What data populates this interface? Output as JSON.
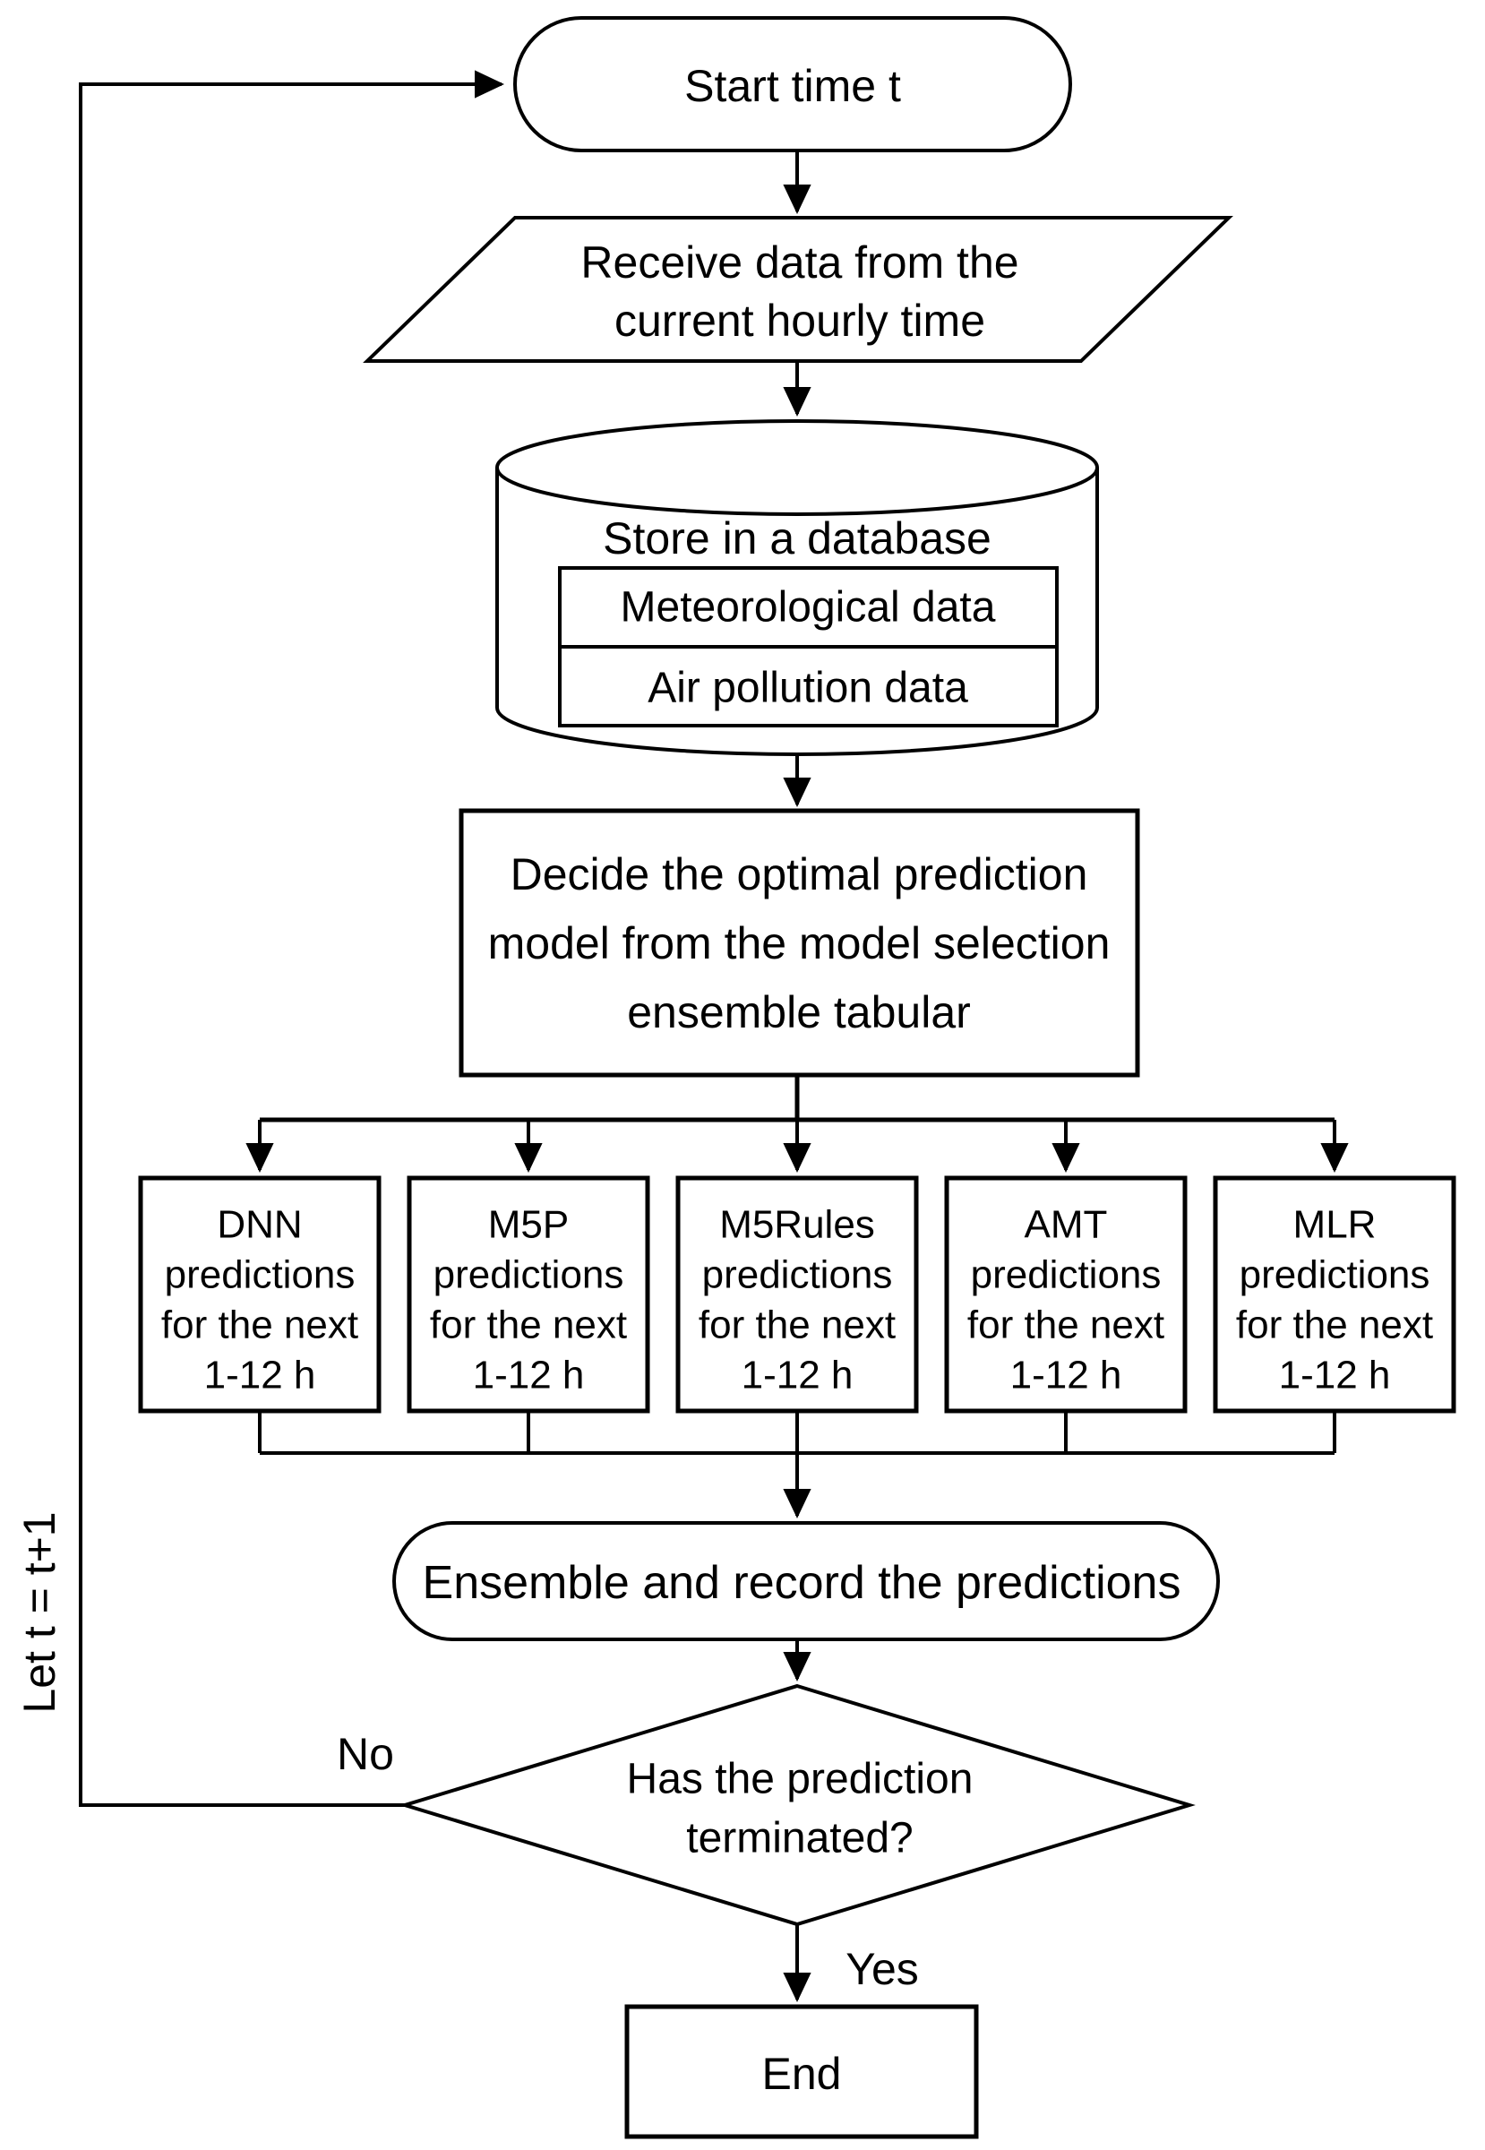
{
  "figure": {
    "colors": {
      "background": "#ffffff",
      "line": "#000000",
      "text": "#000000"
    }
  },
  "nodes": {
    "start": {
      "shape": "terminator",
      "label": "Start time t"
    },
    "receive": {
      "shape": "parallelogram",
      "lines": [
        "Receive data from the",
        "current hourly time"
      ]
    },
    "database": {
      "shape": "cylinder",
      "title": "Store in a database",
      "tables": [
        "Meteorological data",
        "Air pollution data"
      ]
    },
    "decide": {
      "shape": "process",
      "lines": [
        "Decide the optimal prediction",
        "model from the model selection",
        "ensemble tabular"
      ]
    },
    "models": [
      {
        "lines": [
          "DNN",
          "predictions",
          "for the next",
          "1-12 h"
        ]
      },
      {
        "lines": [
          "M5P",
          "predictions",
          "for the next",
          "1-12 h"
        ]
      },
      {
        "lines": [
          "M5Rules",
          "predictions",
          "for the next",
          "1-12 h"
        ]
      },
      {
        "lines": [
          "AMT",
          "predictions",
          "for the next",
          "1-12 h"
        ]
      },
      {
        "lines": [
          "MLR",
          "predictions",
          "for the next",
          "1-12 h"
        ]
      }
    ],
    "ensemble": {
      "shape": "terminator",
      "label": "Ensemble and record the predictions"
    },
    "decision": {
      "shape": "decision",
      "lines": [
        "Has the prediction",
        "terminated?"
      ]
    },
    "end": {
      "shape": "process",
      "label": "End"
    }
  },
  "edge_labels": {
    "no": "No",
    "yes": "Yes",
    "loop": "Let t = t+1"
  }
}
